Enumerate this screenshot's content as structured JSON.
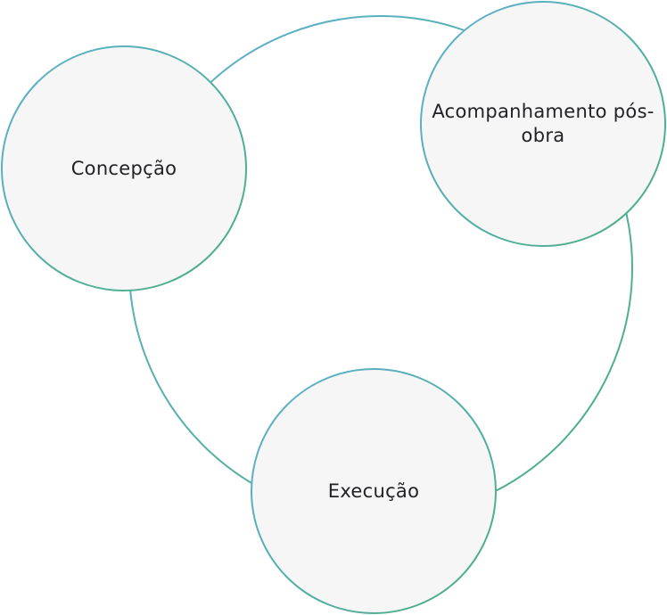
{
  "diagram": {
    "nodes": [
      {
        "id": "concepcao",
        "label": "Concepção"
      },
      {
        "id": "acompanhamento",
        "label": "Acompanhamento pós-obra"
      },
      {
        "id": "execucao",
        "label": "Execução"
      }
    ],
    "colors": {
      "gradient_start": "#5fb0d2",
      "gradient_end": "#4aae7f",
      "node_fill": "#f6f6f6",
      "text": "#222226"
    }
  }
}
